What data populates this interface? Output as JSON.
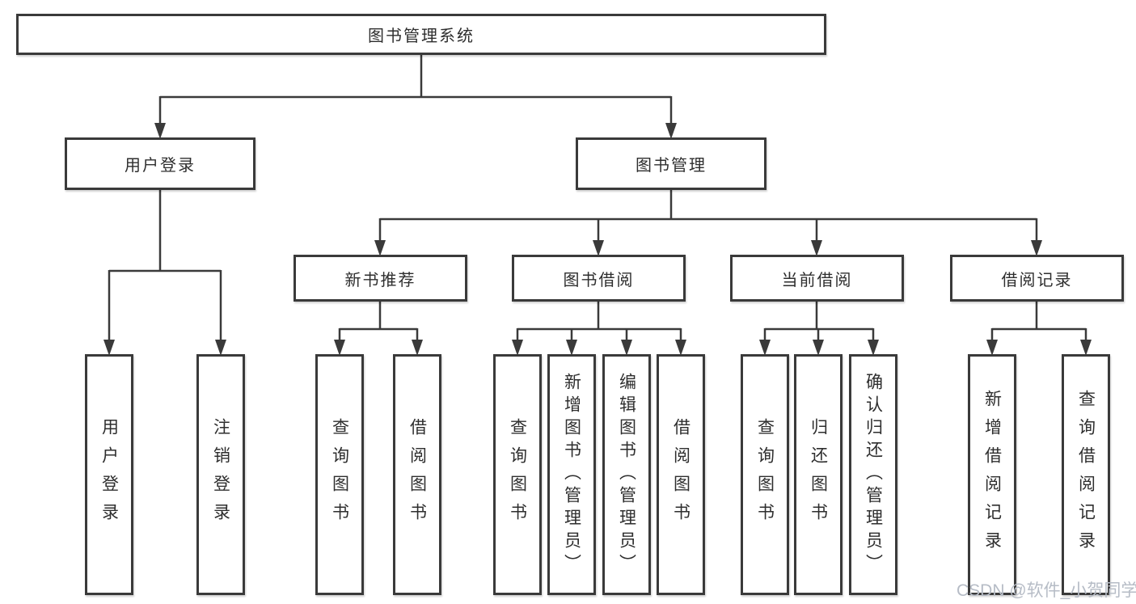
{
  "watermark": "CSDN @软件_小贺同学",
  "colors": {
    "line": "#3a3a3a",
    "text": "#2e2e2e",
    "box_background": "#ffffff",
    "watermark": "#b6bcc6"
  },
  "diagram": {
    "root": {
      "label": "图书管理系统"
    },
    "branches": [
      {
        "label": "用户登录",
        "leaves": [
          {
            "label": "用户登录"
          },
          {
            "label": "注销登录"
          }
        ]
      },
      {
        "label": "图书管理",
        "children": [
          {
            "label": "新书推荐",
            "leaves": [
              {
                "label": "查询图书"
              },
              {
                "label": "借阅图书"
              }
            ]
          },
          {
            "label": "图书借阅",
            "leaves": [
              {
                "label": "查询图书"
              },
              {
                "label": "新增图书（管理员）"
              },
              {
                "label": "编辑图书（管理员）"
              },
              {
                "label": "借阅图书"
              }
            ]
          },
          {
            "label": "当前借阅",
            "leaves": [
              {
                "label": "查询图书"
              },
              {
                "label": "归还图书"
              },
              {
                "label": "确认归还（管理员）"
              }
            ]
          },
          {
            "label": "借阅记录",
            "leaves": [
              {
                "label": "新增借阅记录"
              },
              {
                "label": "查询借阅记录"
              }
            ]
          }
        ]
      }
    ]
  }
}
